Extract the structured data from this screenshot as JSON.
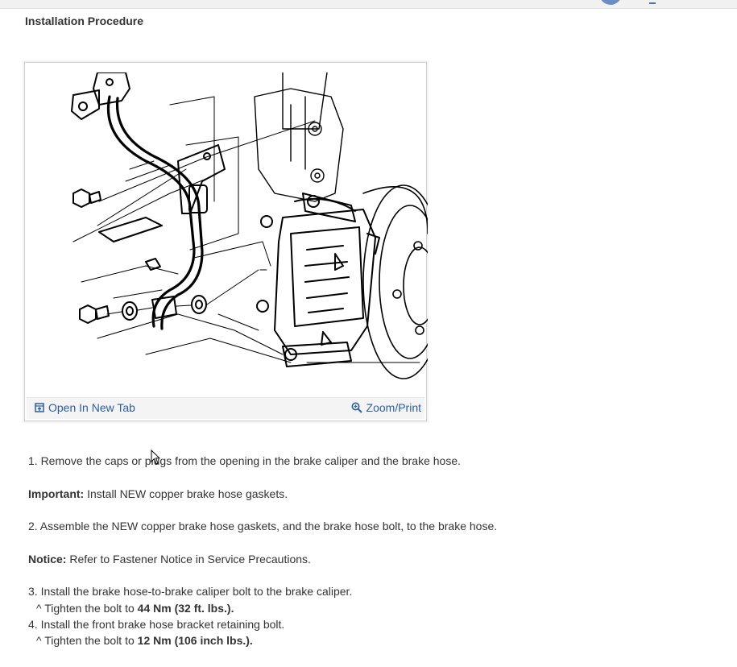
{
  "page": {
    "section_title": "Installation Procedure"
  },
  "figure": {
    "open_label": "Open In New Tab",
    "zoom_label": "Zoom/Print",
    "link_color": "#2d5d9f"
  },
  "steps": {
    "step1": "1. Remove the caps or plugs from the opening in the brake caliper and the brake hose.",
    "important_label": "Important:",
    "important_text": " Install NEW copper brake hose gaskets.",
    "step2": "2. Assemble the NEW copper brake hose gaskets, and the brake hose bolt, to the brake hose.",
    "notice_label": "Notice:",
    "notice_text": " Refer to Fastener Notice in Service Precautions.",
    "step3": "3. Install the brake hose-to-brake caliper bolt to the brake caliper.",
    "step3_sub_prefix": "^  Tighten the bolt to ",
    "step3_sub_value": "44 Nm (32 ft. lbs.).",
    "step4": "4. Install the front brake hose bracket retaining bolt.",
    "step4_sub_prefix": "^  Tighten the bolt to ",
    "step4_sub_value": "12 Nm (106 inch lbs.)."
  }
}
